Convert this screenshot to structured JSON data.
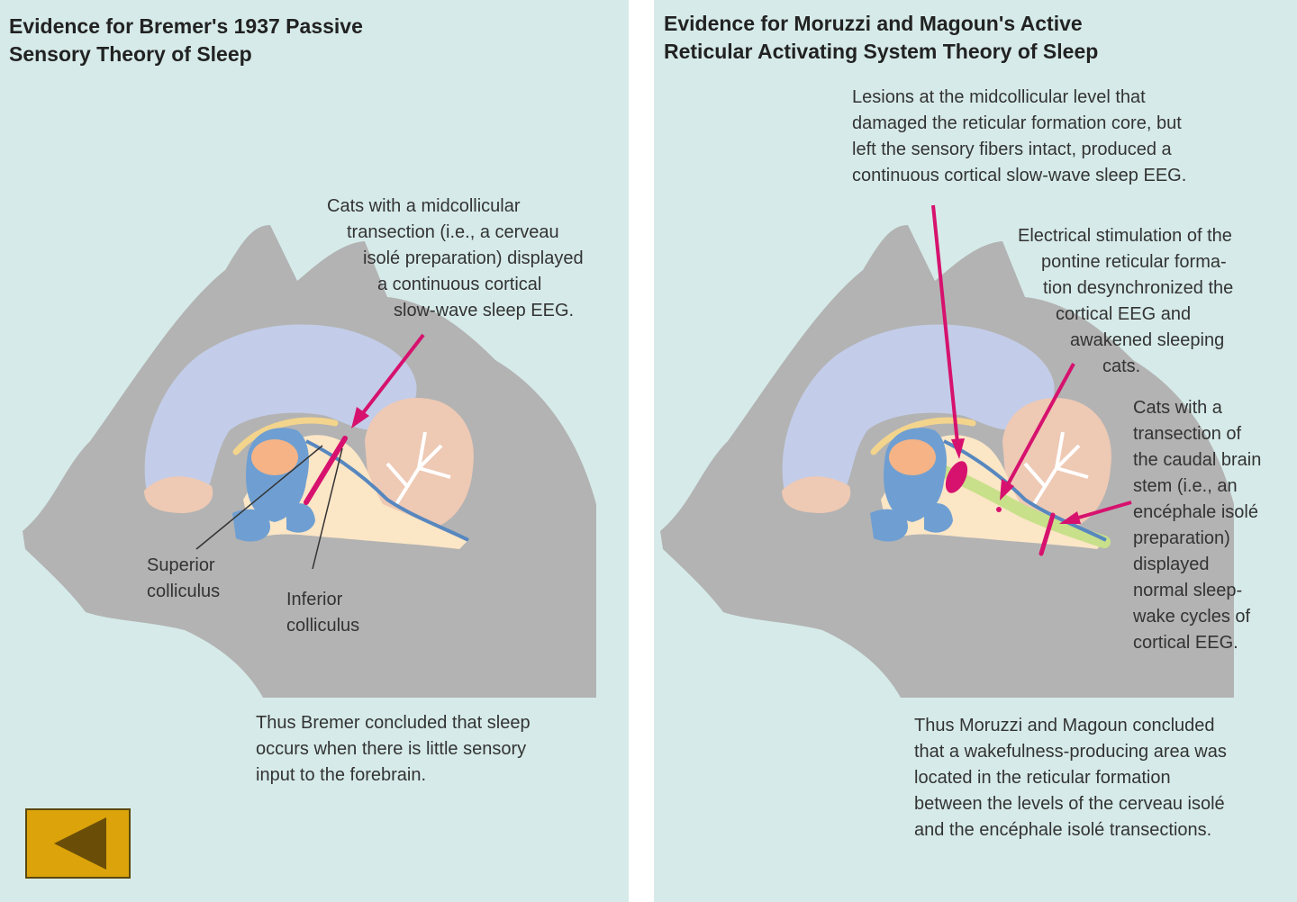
{
  "left": {
    "title": [
      "Evidence for Bremer's 1937 Passive",
      "Sensory Theory of Sleep"
    ],
    "annotation": [
      "Cats with a midcollicular",
      "transection (i.e., a cerveau",
      "isolé preparation) displayed",
      "a continuous cortical",
      "slow-wave sleep EEG."
    ],
    "superior_label": [
      "Superior",
      "colliculus"
    ],
    "inferior_label": [
      "Inferior",
      "colliculus"
    ],
    "conclusion": [
      "Thus Bremer concluded that sleep",
      "occurs when there is little sensory",
      "input to the forebrain."
    ]
  },
  "right": {
    "title": [
      "Evidence for Moruzzi and Magoun's Active",
      "Reticular Activating System Theory of Sleep"
    ],
    "lesion_text": [
      "Lesions at the midcollicular level that",
      "damaged the reticular formation core, but",
      "left the sensory fibers intact, produced a",
      "continuous cortical slow-wave sleep EEG."
    ],
    "stim_text": [
      "Electrical stimulation of the",
      "pontine reticular forma-",
      "tion desynchronized the",
      "cortical EEG and",
      "awakened sleeping",
      "cats."
    ],
    "caudal_text": [
      "Cats with a",
      "transection of",
      "the caudal brain",
      "stem (i.e., an",
      "encéphale isolé",
      "preparation)",
      "displayed",
      "normal sleep-",
      "wake cycles of",
      "cortical EEG."
    ],
    "conclusion": [
      "Thus Moruzzi and Magoun concluded",
      "that a wakefulness-producing area was",
      "located in the reticular formation",
      "between the levels of the cerveau isolé",
      "and the encéphale isolé transections."
    ]
  },
  "colors": {
    "panel_bg": "#d6ebe9",
    "cat_silhouette": "#b3b3b3",
    "cerebrum": "#c3cde9",
    "brainstem": "#fbe6c6",
    "cerebellum": "#eec9b4",
    "ventricle": "#6f9fd2",
    "thalamus": "#f5b386",
    "reticular_formation": "#c8e08a",
    "magenta": "#d6126e",
    "button": "#dca40a"
  },
  "icons": {
    "back_button": "left-triangle-icon"
  }
}
